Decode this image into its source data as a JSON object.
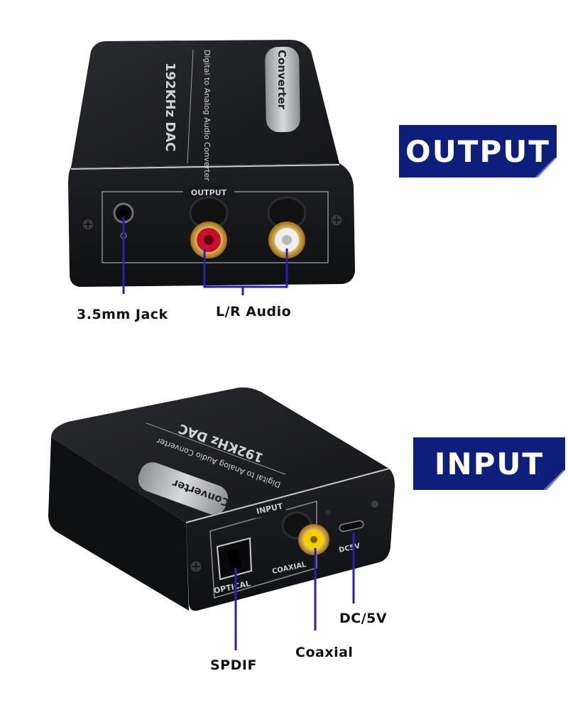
{
  "banners": {
    "output": "OUTPUT",
    "input": "INPUT"
  },
  "top_device": {
    "badge": "Converter",
    "line1": "Digital to Analog Audio Converter",
    "line2": "192KHz DAC",
    "panel_label": "OUTPUT"
  },
  "bottom_device": {
    "badge": "Converter",
    "line1": "Digital to Analog Audio Converter",
    "line2": "192KHz DAC",
    "panel_label": "INPUT",
    "optical_label": "OPTICAL",
    "coaxial_label": "COAXIAL",
    "dc_label": "DC5V"
  },
  "callouts": {
    "jack": "3.5mm Jack",
    "lr_audio": "L/R Audio",
    "dc": "DC/5V",
    "spdif": "SPDIF",
    "coaxial": "Coaxial"
  },
  "colors": {
    "banner": "#0d1f7a",
    "callout_line": "#2a1fb4",
    "device": "#1b1c1f",
    "rca_red": "#c8102e",
    "rca_white": "#eeeeee",
    "gold": "#d9a53a",
    "coax_yellow": "#f4d000"
  }
}
